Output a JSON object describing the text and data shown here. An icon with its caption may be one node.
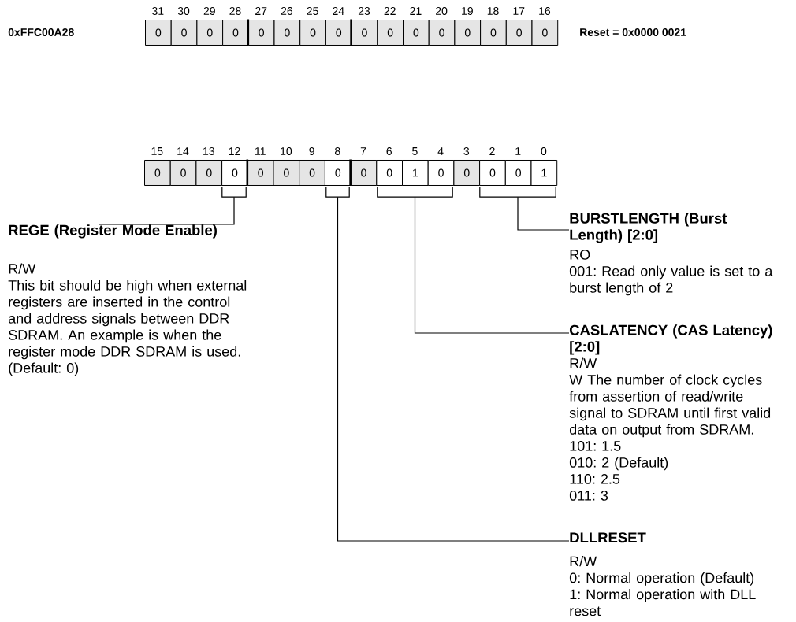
{
  "diagram": {
    "nodes": [
      {
        "text": [
          "0"
        ],
        "beside": [
          "31"
        ]
      },
      {
        "text": [
          "0"
        ],
        "beside": [
          "30"
        ]
      },
      {
        "text": [
          "0"
        ],
        "beside": [
          "29"
        ]
      },
      {
        "text": [
          "0"
        ],
        "beside": [
          "28"
        ]
      },
      {
        "text": [
          "0"
        ],
        "beside": [
          "27"
        ]
      },
      {
        "text": [
          "0"
        ],
        "beside": [
          "26"
        ]
      },
      {
        "text": [
          "0"
        ],
        "beside": [
          "25"
        ]
      },
      {
        "text": [
          "0"
        ],
        "beside": [
          "24"
        ]
      },
      {
        "text": [
          "0"
        ],
        "beside": [
          "23"
        ]
      },
      {
        "text": [
          "0"
        ],
        "beside": [
          "22"
        ]
      },
      {
        "text": [
          "0"
        ],
        "beside": [
          "21"
        ]
      },
      {
        "text": [
          "0"
        ],
        "beside": [
          "20"
        ]
      },
      {
        "text": [
          "0"
        ],
        "beside": [
          "19"
        ]
      },
      {
        "text": [
          "0"
        ],
        "beside": [
          "18"
        ]
      },
      {
        "text": [
          "0"
        ],
        "beside": [
          "17"
        ]
      },
      {
        "text": [
          "0"
        ],
        "beside": [
          "16"
        ]
      },
      {
        "text": [
          "0"
        ],
        "beside": [
          "15"
        ]
      },
      {
        "text": [
          "0"
        ],
        "beside": [
          "14"
        ]
      },
      {
        "text": [
          "0"
        ],
        "beside": [
          "13"
        ]
      },
      {
        "text": [
          "0"
        ],
        "beside": [
          "12"
        ]
      },
      {
        "text": [
          "0"
        ],
        "beside": [
          "11"
        ]
      },
      {
        "text": [
          "0"
        ],
        "beside": [
          "10"
        ]
      },
      {
        "text": [
          "0"
        ],
        "beside": [
          "9"
        ]
      },
      {
        "text": [
          "0"
        ],
        "beside": [
          "8"
        ]
      },
      {
        "text": [
          "0"
        ],
        "beside": [
          "7"
        ]
      },
      {
        "text": [
          "0"
        ],
        "beside": [
          "6"
        ]
      },
      {
        "text": [
          "1"
        ],
        "beside": [
          "5"
        ]
      },
      {
        "text": [
          "0"
        ],
        "beside": [
          "4"
        ]
      },
      {
        "text": [
          "0"
        ],
        "beside": [
          "3"
        ]
      },
      {
        "text": [
          "0"
        ],
        "beside": [
          "2"
        ]
      },
      {
        "text": [
          "0"
        ],
        "beside": [
          "1"
        ]
      },
      {
        "text": [
          "1"
        ],
        "beside": [
          "0"
        ]
      },
      {
        "text": [],
        "shape": "bracket"
      },
      {
        "text": [],
        "shape": "bracket"
      },
      {
        "text": [],
        "shape": "bracket"
      },
      {
        "text": [],
        "shape": "bracket"
      },
      {
        "text": [
          "REGE (Register Mode Enable)",
          "R/W",
          "This bit should be high when external registers are inserted in the control and address signals between DDR SDRAM. An example is when the register mode DDR SDRAM is used. (Default: 0)"
        ]
      },
      {
        "text": [
          "BURSTLENGTH (Burst Length) [2:0]",
          "RO",
          "001: Read only value is set to a burst length of 2"
        ]
      },
      {
        "text": [
          "CASLATENCY (CAS Latency) [2:0]",
          "R/W",
          "W The number of clock cycles from assertion of read/write signal to SDRAM until first valid data on output from SDRAM.",
          "101: 1.5",
          "010: 2 (Default)",
          "110: 2.5",
          "011: 3"
        ]
      },
      {
        "text": [
          "DLLRESET",
          "R/W",
          "0: Normal operation (Default)",
          "1: Normal operation with DLL reset"
        ]
      }
    ],
    "edges": [
      {
        "from": 36,
        "to": 32,
        "arrow": "none"
      },
      {
        "from": 37,
        "to": 35,
        "arrow": "none"
      },
      {
        "from": 38,
        "to": 34,
        "arrow": "none"
      },
      {
        "from": 39,
        "to": 33,
        "arrow": "none"
      }
    ],
    "labels": [
      "0xFFC00A28",
      "Reset = 0x0000 0021"
    ]
  }
}
